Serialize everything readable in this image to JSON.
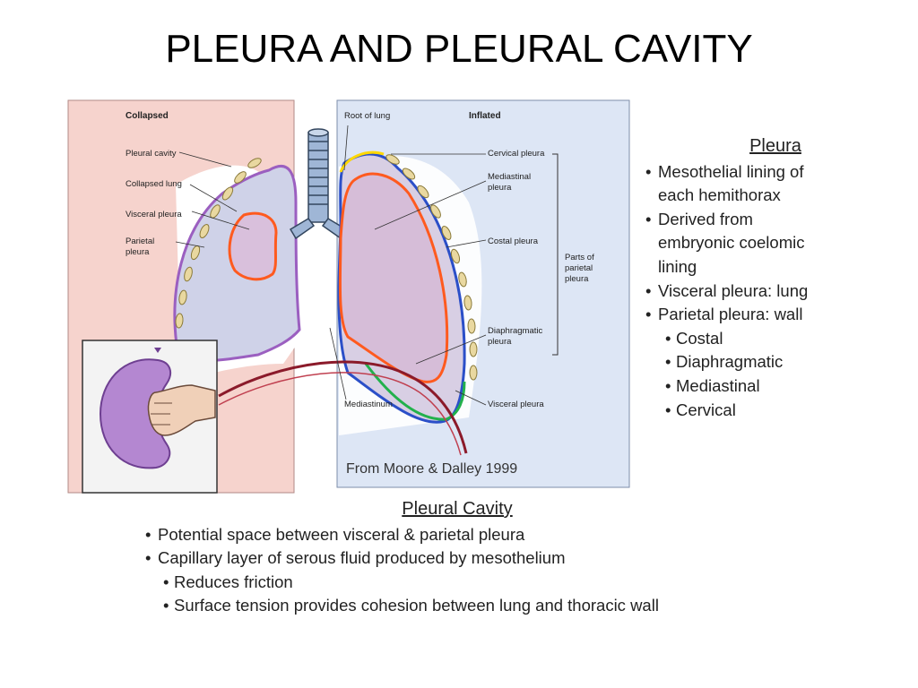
{
  "title": "PLEURA AND PLEURAL CAVITY",
  "figure": {
    "left_panel": {
      "heading": "Collapsed",
      "labels": [
        "Pleural cavity",
        "Collapsed lung",
        "Visceral pleura",
        "Parietal",
        "pleura"
      ]
    },
    "right_panel": {
      "heading": "Inflated",
      "root_label": "Root of lung",
      "labels": {
        "cervical": "Cervical pleura",
        "mediastinal_1": "Mediastinal",
        "mediastinal_2": "pleura",
        "costal": "Costal pleura",
        "diaphragmatic_1": "Diaphragmatic",
        "diaphragmatic_2": "pleura",
        "visceral": "Visceral pleura",
        "mediastinum": "Mediastinum"
      },
      "parts_label": [
        "Parts of",
        "parietal",
        "pleura"
      ]
    },
    "credit": "From Moore & Dalley 1999",
    "colors": {
      "left_bg": "#f6d3cd",
      "right_bg": "#dde6f5",
      "parietal": "#9b5fc0",
      "visceral": "#ff5a1f",
      "cervical": "#ffd800",
      "costal": "#2b4fc8",
      "diaphragmatic": "#22b14c",
      "rib": "#e9d8a0",
      "diaphragm": "#8b1a2a"
    }
  },
  "pleura_box": {
    "heading": "Pleura",
    "items": [
      {
        "line1": "Mesothelial lining of",
        "line2": "each hemithorax"
      },
      {
        "line1": "Derived from",
        "line2": "embryonic coelomic",
        "line3": "lining"
      },
      {
        "text": "Visceral pleura: lung"
      },
      {
        "text": "Parietal pleura: wall",
        "sub": [
          "Costal",
          "Diaphragmatic",
          "Mediastinal",
          "Cervical"
        ]
      }
    ]
  },
  "cavity_box": {
    "heading": "Pleural Cavity",
    "items": [
      "Potential space between visceral & parietal pleura",
      "Capillary layer of serous fluid produced by mesothelium"
    ],
    "sub": [
      "Reduces friction",
      "Surface tension provides cohesion between lung and thoracic wall"
    ]
  }
}
